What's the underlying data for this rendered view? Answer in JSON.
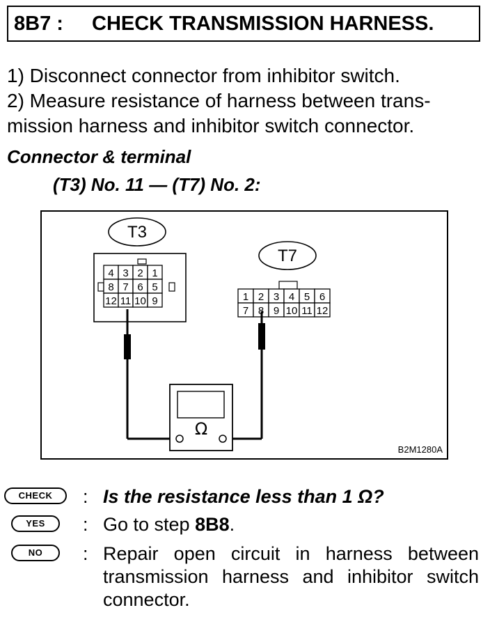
{
  "header": {
    "step_code": "8B7 :",
    "title": "CHECK TRANSMISSION HARNESS."
  },
  "steps": [
    "1)  Disconnect connector from inhibitor switch.",
    "2)  Measure resistance of harness between trans-",
    "mission harness and inhibitor switch connector."
  ],
  "connector": {
    "heading": "Connector & terminal",
    "terminals": "(T3) No. 11 — (T7) No. 2:"
  },
  "figure": {
    "t3_label": "T3",
    "t3_pins": [
      [
        "4",
        "3",
        "2",
        "1"
      ],
      [
        "8",
        "7",
        "6",
        "5"
      ],
      [
        "12",
        "11",
        "10",
        "9"
      ]
    ],
    "t7_label": "T7",
    "t7_pins": [
      [
        "1",
        "2",
        "3",
        "4",
        "5",
        "6"
      ],
      [
        "7",
        "8",
        "9",
        "10",
        "11",
        "12"
      ]
    ],
    "meter_symbol": "Ω",
    "figure_id": "B2M1280A"
  },
  "results": {
    "check_badge": "CHECK",
    "check_text": "Is the resistance less than 1 Ω?",
    "yes_badge": "YES",
    "yes_text_prefix": "Go to step ",
    "yes_step": "8B8",
    "yes_text_suffix": ".",
    "no_badge": "NO",
    "no_text": "Repair open circuit in harness between transmission harness and inhibitor switch connector."
  }
}
